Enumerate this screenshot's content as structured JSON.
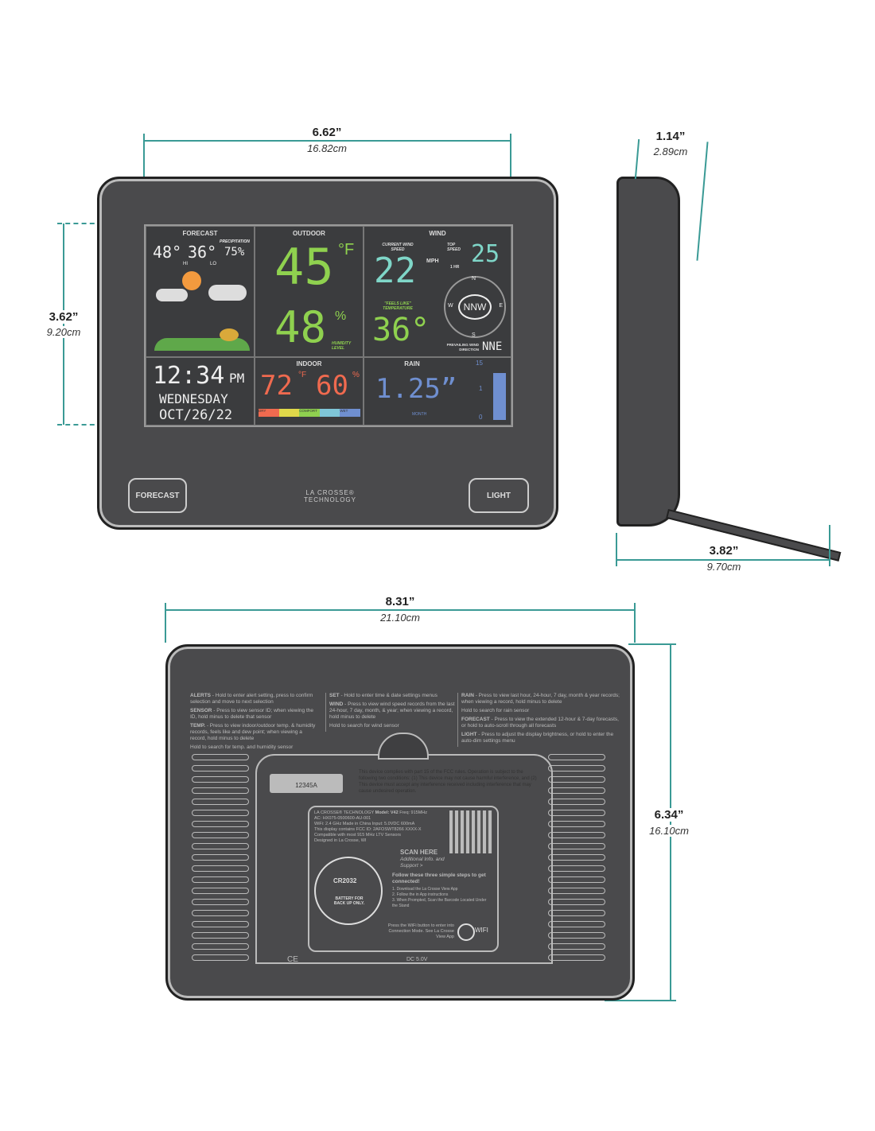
{
  "dimensions": {
    "front_width": {
      "in": "6.62”",
      "cm": "16.82cm"
    },
    "front_screen_height": {
      "in": "3.62”",
      "cm": "9.20cm"
    },
    "side_depth": {
      "in": "1.14”",
      "cm": "2.89cm"
    },
    "stand_depth": {
      "in": "3.82”",
      "cm": "9.70cm"
    },
    "back_width": {
      "in": "8.31”",
      "cm": "21.10cm"
    },
    "back_height": {
      "in": "6.34”",
      "cm": "16.10cm"
    }
  },
  "colors": {
    "accent": "#3a9a95",
    "outdoor": "#8fd14f",
    "wind": "#7fd6c8",
    "indoor": "#f06a4f",
    "rain": "#6f8fd0",
    "device": "#4a4a4c"
  },
  "screen": {
    "forecast": {
      "header": "FORECAST",
      "hi": "48°",
      "hi_label": "HI",
      "lo": "36°",
      "lo_label": "LO",
      "precip_label": "PRECIPITATION",
      "precip": "75%"
    },
    "outdoor": {
      "header": "OUTDOOR",
      "temp": "45",
      "temp_unit": "°F",
      "humidity": "48",
      "humidity_unit": "%",
      "humidity_label": "HUMIDITY LEVEL"
    },
    "wind": {
      "header": "WIND",
      "current_label": "CURRENT WIND SPEED",
      "speed": "22",
      "unit": "MPH",
      "top_label": "TOP SPEED",
      "top_period": "1 HR",
      "top": "25",
      "feels_label": "\"FEELS LIKE\" TEMPERATURE",
      "feels": "36°",
      "compass": [
        "N",
        "E",
        "S",
        "W"
      ],
      "direction": "NNW",
      "prevailing_label": "PREVAILING WIND DIRECTION",
      "prevailing": "NNE"
    },
    "clock": {
      "time": "12:34",
      "ampm": "PM",
      "day": "WEDNESDAY",
      "date": "OCT/26/22"
    },
    "indoor": {
      "header": "INDOOR",
      "temp": "72",
      "temp_unit": "°F",
      "humidity": "60",
      "humidity_unit": "%",
      "scale": [
        "DRY",
        "",
        "COMFORT",
        "",
        "WET"
      ]
    },
    "rain": {
      "header": "RAIN",
      "value": "1.25”",
      "period": "MONTH",
      "scale": [
        "15",
        "1",
        "0"
      ],
      "bar_fill": 0.85
    }
  },
  "front": {
    "buttons": {
      "forecast": "FORECAST",
      "light": "LIGHT"
    },
    "logo": "LA CROSSE® TECHNOLOGY"
  },
  "back": {
    "instructions_left": [
      {
        "k": "ALERTS",
        "t": " - Hold to enter alert setting, press to confirm selection and move to next selection"
      },
      {
        "k": "SENSOR",
        "t": " - Press to view sensor ID; when viewing the ID, hold minus to delete that sensor"
      },
      {
        "k": "TEMP.",
        "t": " - Press to view indoor/outdoor temp. & humidity records, feels like and dew point; when viewing a record, hold minus to delete"
      },
      {
        "k": "",
        "t": "Hold to search for temp. and humidity sensor"
      }
    ],
    "instructions_mid": [
      {
        "k": "SET",
        "t": " - Hold to enter time & date settings menus"
      },
      {
        "k": "WIND",
        "t": " - Press to view wind speed records from the last 24-hour, 7 day, month, & year; when viewing a record, hold minus to delete"
      },
      {
        "k": "",
        "t": "Hold to search for wind sensor"
      }
    ],
    "instructions_right": [
      {
        "k": "RAIN",
        "t": " - Press to view last hour, 24-hour, 7 day, month & year records; when viewing a record, hold minus to delete"
      },
      {
        "k": "",
        "t": "Hold to search for rain sensor"
      },
      {
        "k": "FORECAST",
        "t": " - Press to view the extended 12-hour & 7-day forecasts, or hold to auto-scroll through all forecasts"
      },
      {
        "k": "LIGHT",
        "t": " - Press to adjust the display brightness, or hold to enter the auto-dim settings menu"
      }
    ],
    "barcode": "12345A",
    "fcc_notice": "This device complies with part 15 of the FCC rules. Operation is subject to the following two conditions: (1) This device may not cause harmful interference, and (2) This device must accept any interference received including interference that may cause undesired operation.",
    "label": {
      "brand": "LA CROSSE® TECHNOLOGY",
      "model": "Model: V42",
      "freq": "Freq: 915MHz",
      "ac": "AC: HX075-0500600-AU-001",
      "wifi": "WiFi: 2.4 GHz",
      "made": "Made in China",
      "input": "Input: 5.0VDC 600mA",
      "fccid": "This display contains FCC ID: 2AFOSWT8266",
      "xxxx": "XXXX-X",
      "compat": "Compatible with most 915 MHz LTV Sensors",
      "designed": "Designed in La Crosse, WI"
    },
    "scan": {
      "title": "SCAN HERE",
      "sub": "Additional Info. and Support >"
    },
    "battery": {
      "type": "CR2032",
      "note": "BATTERY FOR BACK UP ONLY."
    },
    "steps_title": "Follow these three simple steps to get connected!",
    "steps": [
      "Download the La Crosse View App",
      "Follow the in App instructions",
      "When Prompted, Scan the Barcode Located Under the Stand"
    ],
    "wifi_note": "Press the WiFi button to enter into Connection Mode. See La Crosse View App",
    "wifi_label": "WIFI",
    "power": "DC 5.0V",
    "ce": "CE"
  }
}
